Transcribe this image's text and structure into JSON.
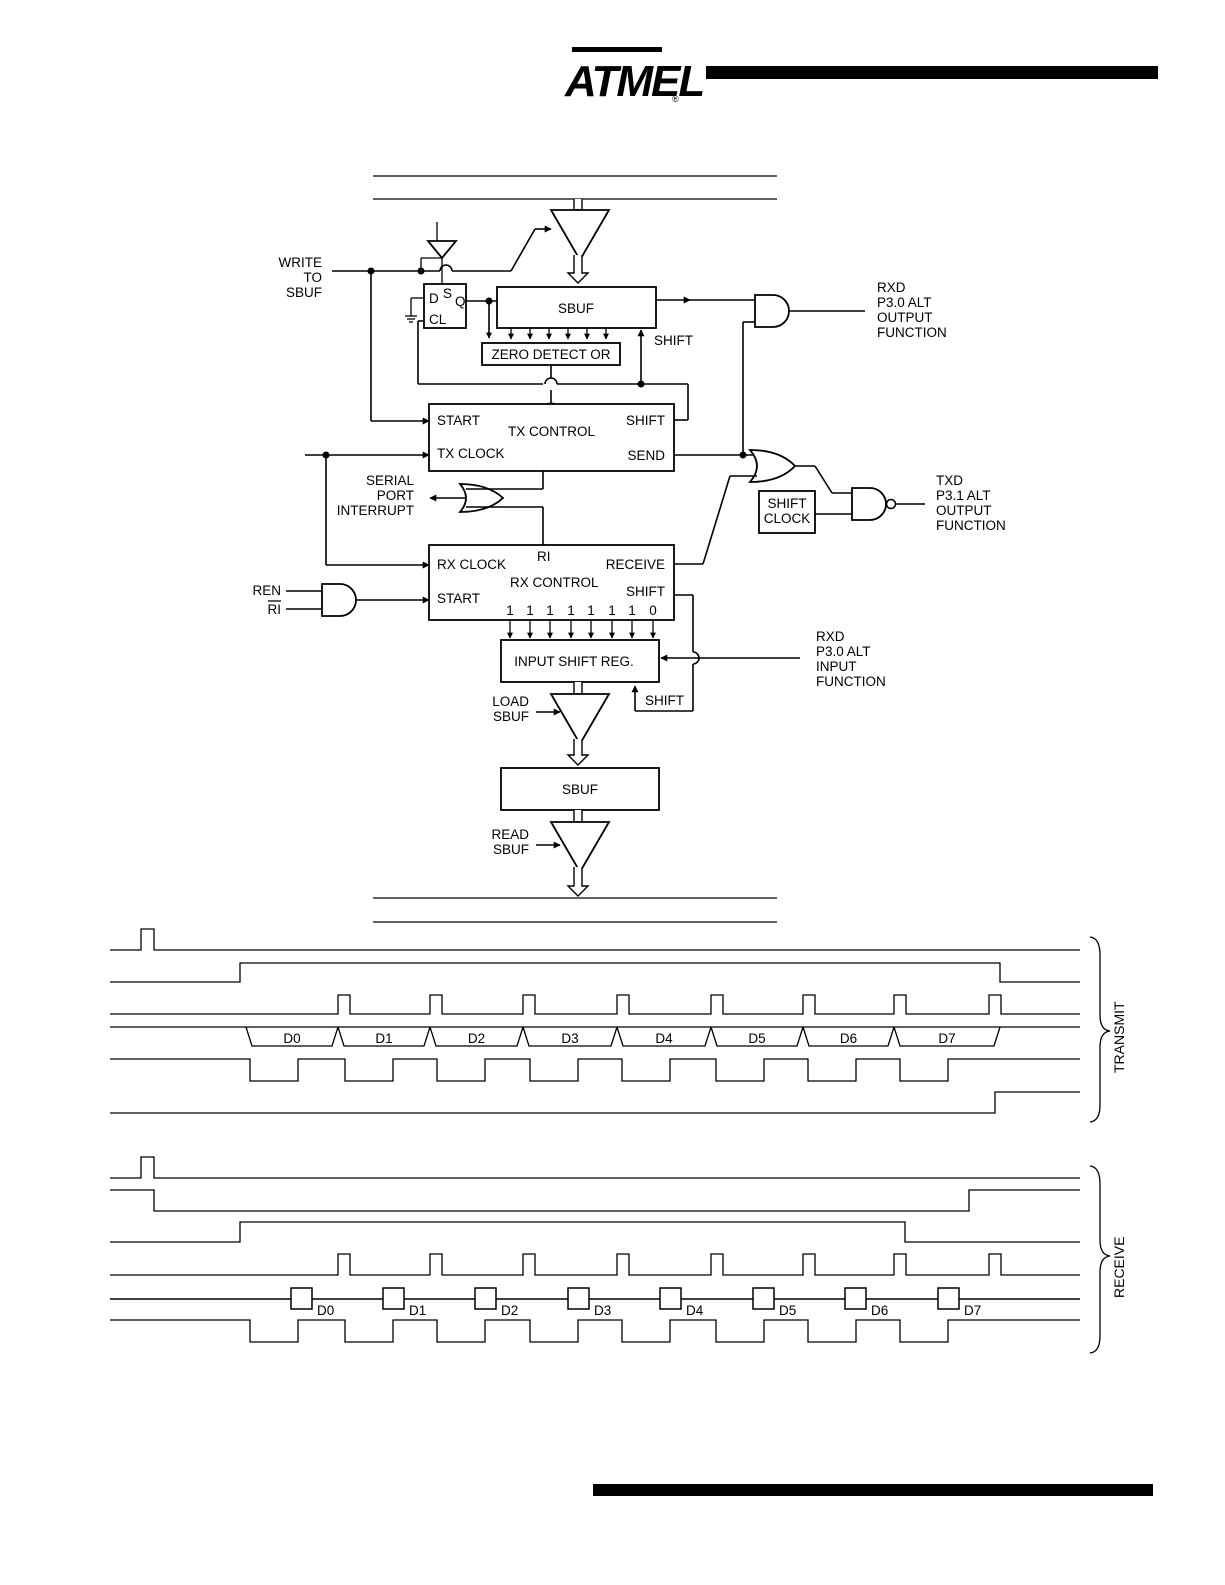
{
  "header": {
    "logo_text": "ATMEL",
    "registered_mark": "®",
    "bar_color": "#000000"
  },
  "blocks": {
    "sbuf_tx": "SBUF",
    "zero_detector": "ZERO DETECT OR",
    "tx_control": "TX CONTROL",
    "rx_control": "RX CONTROL",
    "input_shift_reg": "INPUT SHIFT REG.",
    "sbuf_rx": "SBUF",
    "shift_clock_l1": "SHIFT",
    "shift_clock_l2": "CLOCK",
    "flipflop_d": "D",
    "flipflop_s": "S",
    "flipflop_q": "Q",
    "flipflop_cl": "CL"
  },
  "ports": {
    "tx_start": "START",
    "tx_clock": "TX CLOCK",
    "tx_shift": "SHIFT",
    "tx_send": "SEND",
    "rx_clock": "RX CLOCK",
    "rx_ri": "RI",
    "rx_receive": "RECEIVE",
    "rx_start": "START",
    "rx_shift": "SHIFT",
    "rx_bits": [
      "1",
      "1",
      "1",
      "1",
      "1",
      "1",
      "1",
      "0"
    ]
  },
  "signals": {
    "write_to_sbuf": [
      "WRITE",
      "TO",
      "SBUF"
    ],
    "shift_top": "SHIFT",
    "rxd_output": [
      "RXD",
      "P3.0 ALT",
      "OUTPUT",
      "FUNCTION"
    ],
    "txd_output": [
      "TXD",
      "P3.1 ALT",
      "OUTPUT",
      "FUNCTION"
    ],
    "serial_port_interrupt": [
      "SERIAL",
      "PORT",
      "INTERRUPT"
    ],
    "ren": "REN",
    "ri": "RI",
    "rxd_input": [
      "RXD",
      "P3.0 ALT",
      "INPUT",
      "FUNCTION"
    ],
    "load_sbuf": [
      "LOAD",
      "SBUF"
    ],
    "shift_bottom": "SHIFT",
    "read_sbuf": [
      "READ",
      "SBUF"
    ]
  },
  "timing": {
    "transmit_label": "TRANSMIT",
    "receive_label": "RECEIVE",
    "transmit_data": [
      "D0",
      "D1",
      "D2",
      "D3",
      "D4",
      "D5",
      "D6",
      "D7"
    ],
    "receive_data": [
      "D0",
      "D1",
      "D2",
      "D3",
      "D4",
      "D5",
      "D6",
      "D7"
    ]
  }
}
